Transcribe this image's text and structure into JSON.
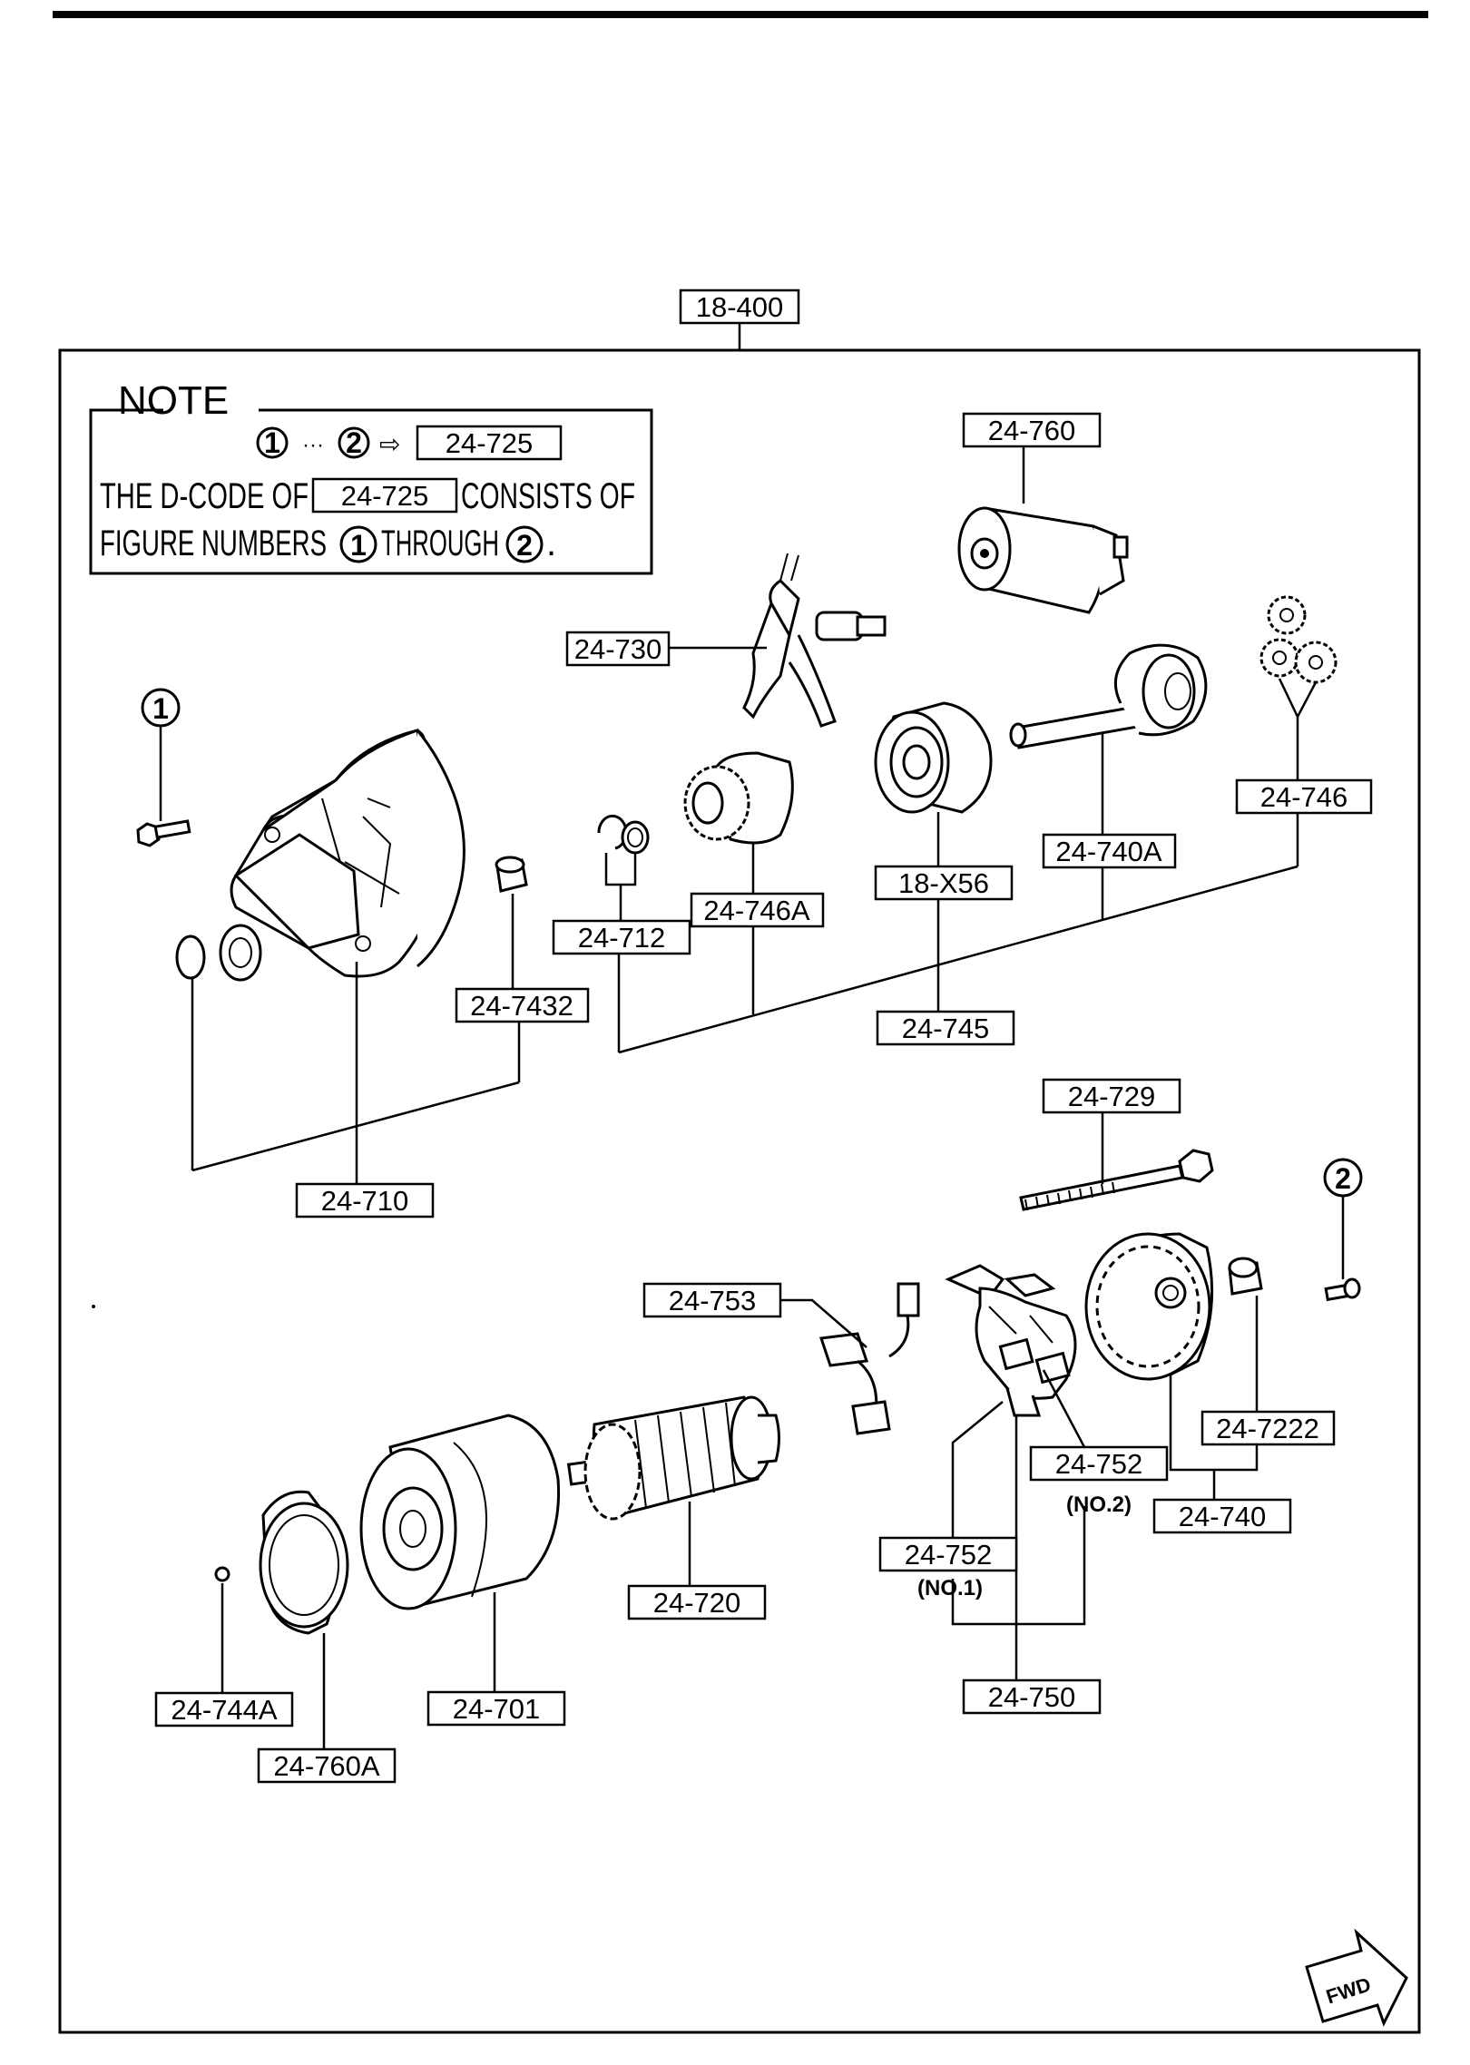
{
  "assembly_label": "18-400",
  "note": {
    "title": "NOTE",
    "range_from": "1",
    "range_to": "2",
    "arrow": "⇨",
    "dcode": "24-725",
    "line2_a": "THE D-CODE OF",
    "line2_b": "CONSISTS OF",
    "line3_a": "FIGURE NUMBERS",
    "line3_b": "THROUGH",
    "line3_end": "."
  },
  "callouts": {
    "c1": "1",
    "c2": "2"
  },
  "labels": {
    "p24_760": "24-760",
    "p24_730": "24-730",
    "p24_746": "24-746",
    "p24_740A": "24-740A",
    "p18_X56": "18-X56",
    "p24_746A": "24-746A",
    "p24_712": "24-712",
    "p24_7432": "24-7432",
    "p24_745": "24-745",
    "p24_710": "24-710",
    "p24_729": "24-729",
    "p24_753": "24-753",
    "p24_7222": "24-7222",
    "p24_752_no2": "24-752",
    "p24_740": "24-740",
    "p24_752_no1": "24-752",
    "p24_720": "24-720",
    "p24_744A": "24-744A",
    "p24_701": "24-701",
    "p24_750": "24-750",
    "p24_760A": "24-760A"
  },
  "sublabels": {
    "no2": "(NO.2)",
    "no1": "(NO.1)"
  },
  "fwd": "FWD"
}
